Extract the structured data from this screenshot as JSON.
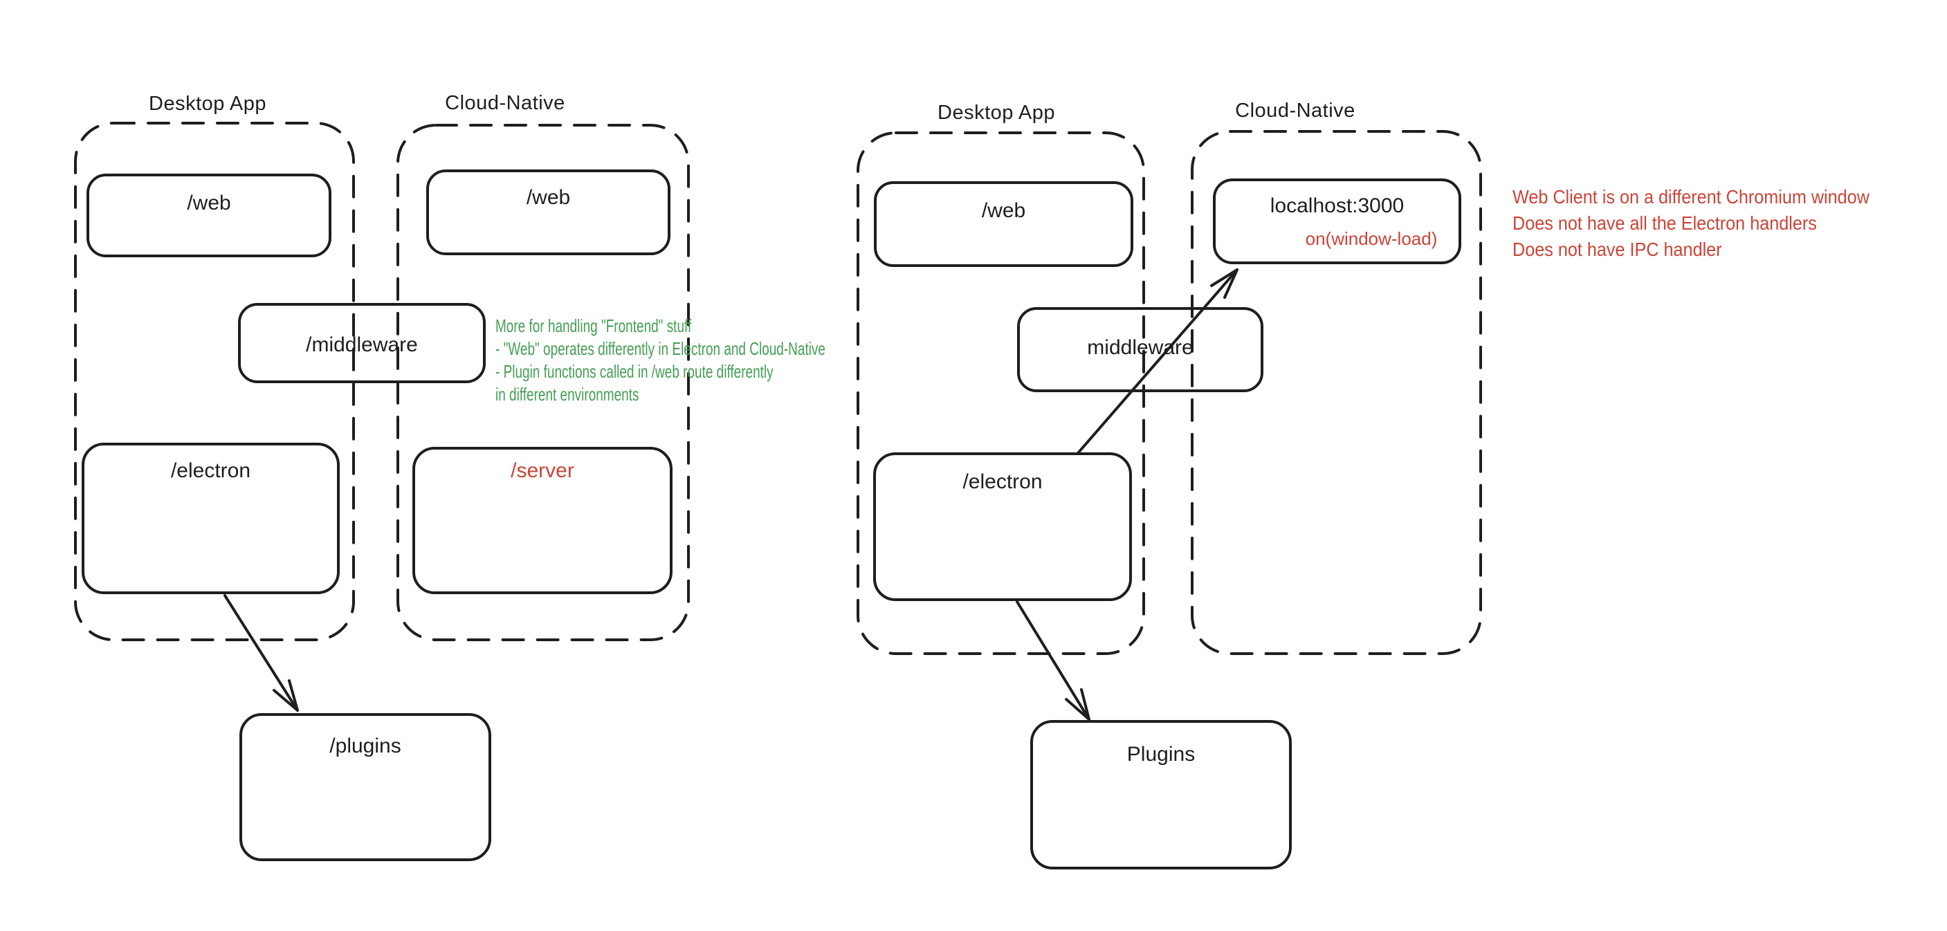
{
  "colors": {
    "ink": "#1e1e1e",
    "red": "#cb4437",
    "green": "#449e54",
    "background": "#ffffff"
  },
  "left": {
    "desktop": {
      "title": "Desktop App",
      "web": "/web",
      "electron": "/electron"
    },
    "cloud": {
      "title": "Cloud-Native",
      "web": "/web",
      "server": "/server"
    },
    "middleware": "/middleware",
    "plugins": "/plugins",
    "note": {
      "line1": "More for handling \"Frontend\" stuff",
      "line2": "- \"Web\" operates differently in Electron and Cloud-Native",
      "line3": "- Plugin functions called in /web route differently",
      "line4": "in different environments"
    }
  },
  "right": {
    "desktop": {
      "title": "Desktop App",
      "web": "/web",
      "electron": "/electron"
    },
    "cloud": {
      "title": "Cloud-Native",
      "localhost": "localhost:3000",
      "window_load": "on(window-load)"
    },
    "middleware": "middleware",
    "plugins": "Plugins",
    "note": {
      "line1": "Web Client is on a different Chromium window",
      "line2": "Does not have all the Electron handlers",
      "line3": "Does not have IPC handler"
    }
  }
}
